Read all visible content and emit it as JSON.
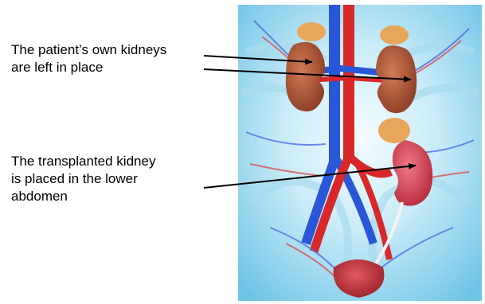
{
  "annotations": {
    "own_kidneys": {
      "lines": [
        "The patient’s own kidneys",
        "are left in place"
      ]
    },
    "transplanted_kidney": {
      "lines": [
        "The transplanted kidney",
        "is placed in the lower",
        "abdomen"
      ]
    }
  },
  "colors": {
    "background_light": "#dff4fb",
    "background_blue": "#7ecdec",
    "vein_blue": "#2a56d8",
    "artery_red": "#d8282a",
    "native_kidney": "#b5593a",
    "transplanted_kidney": "#e0495a",
    "adrenal_gland": "#e8a65a",
    "bladder": "#c8323a",
    "arrow": "#000000"
  }
}
